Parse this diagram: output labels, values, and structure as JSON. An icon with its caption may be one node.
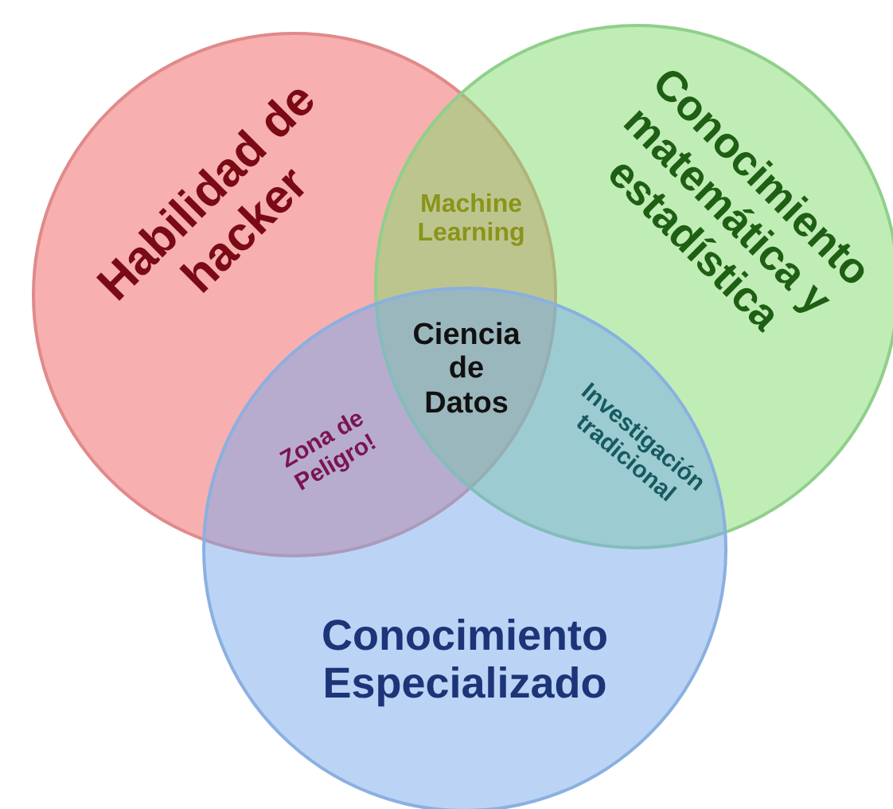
{
  "diagram": {
    "nodes": [
      {
        "text": [
          "Habilidad de hacker"
        ]
      },
      {
        "text": [
          "Conocimiento matemática y estadística"
        ]
      },
      {
        "text": [
          "Conocimiento Especializado"
        ]
      }
    ],
    "edges": [],
    "labels": [
      "Machine Learning",
      "Ciencia de Datos",
      "Zona de Peligro!",
      "Investigación tradicional"
    ]
  }
}
